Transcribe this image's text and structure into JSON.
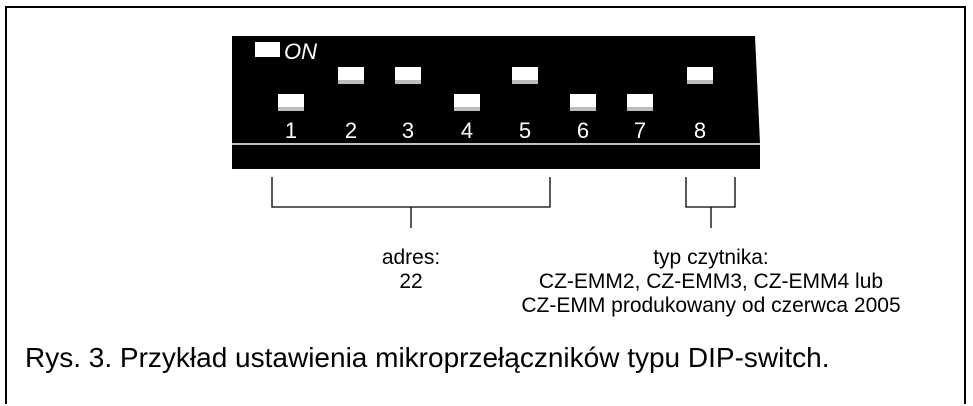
{
  "dip_switch": {
    "on_label": "ON",
    "switches": [
      {
        "number": "1",
        "state": "off"
      },
      {
        "number": "2",
        "state": "on"
      },
      {
        "number": "3",
        "state": "on"
      },
      {
        "number": "4",
        "state": "off"
      },
      {
        "number": "5",
        "state": "on"
      },
      {
        "number": "6",
        "state": "off"
      },
      {
        "number": "7",
        "state": "off"
      },
      {
        "number": "8",
        "state": "on"
      }
    ]
  },
  "address": {
    "label": "adres:",
    "value": "22"
  },
  "reader": {
    "label": "typ czytnika:",
    "line1": "CZ-EMM2, CZ-EMM3, CZ-EMM4 lub",
    "line2": "CZ-EMM produkowany od czerwca 2005"
  },
  "caption": "Rys. 3. Przykład ustawienia mikroprzełączników typu DIP-switch."
}
